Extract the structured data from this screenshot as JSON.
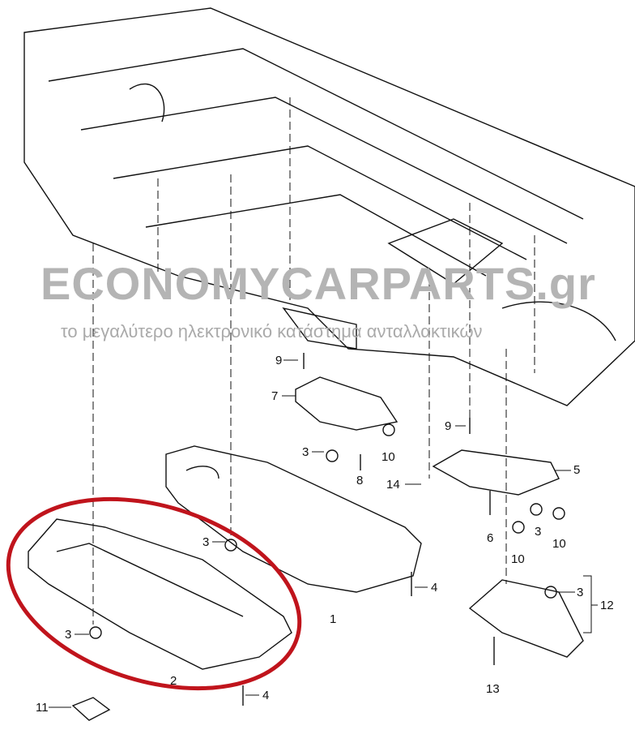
{
  "watermark": {
    "brand": "ECONOMYCARPARTS.gr",
    "tagline": "το μεγαλύτερο ηλεκτρονικό κατάστημα ανταλλακτικών"
  },
  "highlight_color": "#c0141c",
  "callouts": [
    {
      "id": "1",
      "text": "1"
    },
    {
      "id": "2",
      "text": "2"
    },
    {
      "id": "3a",
      "text": "3"
    },
    {
      "id": "3b",
      "text": "3"
    },
    {
      "id": "3c",
      "text": "3"
    },
    {
      "id": "3d",
      "text": "3"
    },
    {
      "id": "3e",
      "text": "3"
    },
    {
      "id": "4a",
      "text": "4"
    },
    {
      "id": "4b",
      "text": "4"
    },
    {
      "id": "5",
      "text": "5"
    },
    {
      "id": "6",
      "text": "6"
    },
    {
      "id": "7",
      "text": "7"
    },
    {
      "id": "8",
      "text": "8"
    },
    {
      "id": "9a",
      "text": "9"
    },
    {
      "id": "9b",
      "text": "9"
    },
    {
      "id": "10a",
      "text": "10"
    },
    {
      "id": "10b",
      "text": "10"
    },
    {
      "id": "10c",
      "text": "10"
    },
    {
      "id": "11",
      "text": "11"
    },
    {
      "id": "12",
      "text": "12"
    },
    {
      "id": "13",
      "text": "13"
    },
    {
      "id": "14",
      "text": "14"
    }
  ]
}
